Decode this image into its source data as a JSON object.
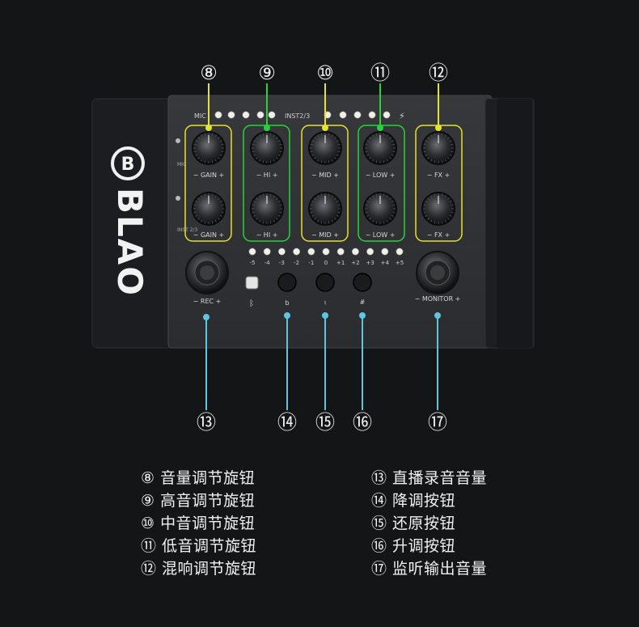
{
  "device": {
    "brand": "BLAO",
    "top_labels": {
      "mic": "MIC",
      "inst": "INST2/3"
    },
    "side_labels": {
      "mic": "MIC",
      "inst": "INST 2/3"
    },
    "knob_labels": {
      "gain": "GAIN",
      "hi": "HI",
      "mid": "MID",
      "low": "LOW",
      "fx": "FX",
      "rec": "REC",
      "monitor": "MONITOR"
    },
    "pitch_scale": [
      "-5",
      "-4",
      "-3",
      "-2",
      "-1",
      "0",
      "+1",
      "+2",
      "+3",
      "+4",
      "+5"
    ],
    "pitch_buttons": [
      "b",
      "♮",
      "#"
    ]
  },
  "callouts": [
    "⑧",
    "⑨",
    "⑩",
    "⑪",
    "⑫",
    "⑬",
    "⑭",
    "⑮",
    "⑯",
    "⑰"
  ],
  "colors": {
    "yellow": "#e6e230",
    "green": "#28d23a",
    "cyan": "#5fc6de",
    "panel": "#2f3135"
  },
  "legend": {
    "left": [
      "⑧ 音量调节旋钮",
      "⑨ 高音调节旋钮",
      "⑩ 中音调节旋钮",
      "⑪ 低音调节旋钮",
      "⑫ 混响调节旋钮"
    ],
    "right": [
      "⑬ 直播录音音量",
      "⑭ 降调按钮",
      "⑮ 还原按钮",
      "⑯ 升调按钮",
      "⑰ 监听输出音量"
    ]
  }
}
